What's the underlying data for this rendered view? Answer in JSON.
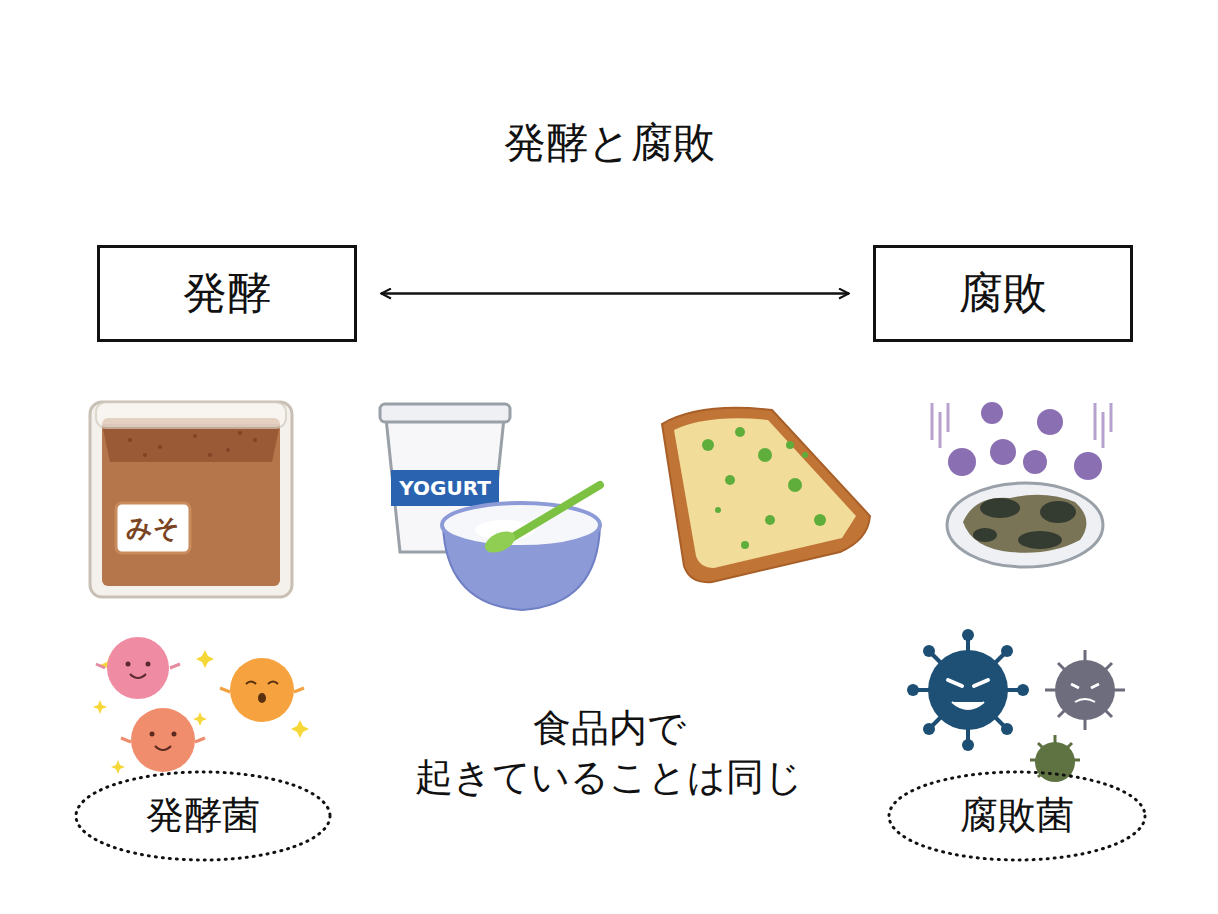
{
  "diagram": {
    "title": "発酵と腐敗",
    "nodes": [
      {
        "text": [
          "発酵"
        ]
      },
      {
        "text": [
          "腐敗"
        ]
      },
      {
        "text": [
          "発酵菌"
        ]
      },
      {
        "text": [
          "腐敗菌"
        ]
      }
    ],
    "edges": [
      {
        "from": 0,
        "to": 1,
        "arrow": "both"
      }
    ],
    "labels": [
      "みそ",
      "YOGURT",
      "食品内で 起きていることは同じ"
    ]
  }
}
